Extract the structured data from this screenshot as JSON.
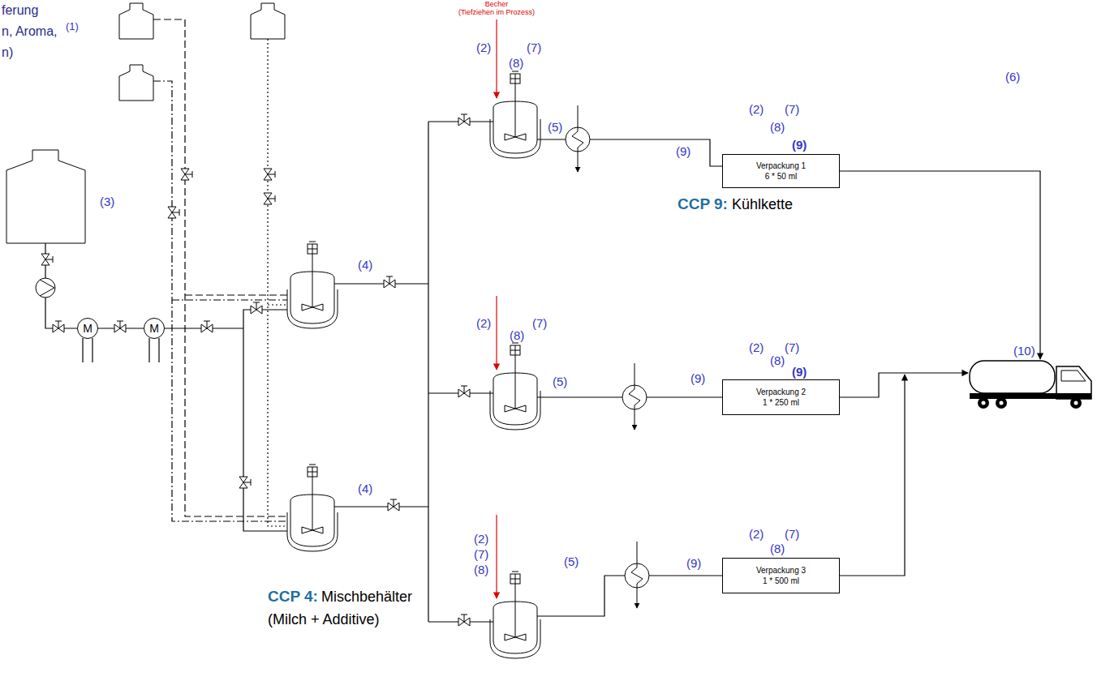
{
  "diagram": {
    "nodes": [
      {
        "text": [
          "M"
        ]
      },
      {
        "text": [
          "M"
        ]
      },
      {
        "text": [
          "Verpackung 1",
          "6 * 50 ml"
        ]
      },
      {
        "text": [
          "Verpackung 2",
          "1 * 250 ml"
        ]
      },
      {
        "text": [
          "Verpackung 3",
          "1 * 500 ml"
        ]
      }
    ],
    "edges": [
      {
        "from": 0,
        "to": 1,
        "arrow": "none"
      }
    ],
    "labels": [
      "ferung",
      "n, Aroma,",
      "(1)",
      "n)",
      "Becher",
      "(Tiefziehen im Prozess)",
      "(2)",
      "(7)",
      "(8)",
      "(6)",
      "(2)",
      "(7)",
      "(8)",
      "(3)",
      "(5)",
      "(9)",
      "(9)",
      "CCP 9:",
      "Kühlkette",
      "(4)",
      "(2)",
      "(7)",
      "(8)",
      "(2)",
      "(7)",
      "(8)",
      "(10)",
      "(5)",
      "(9)",
      "(9)",
      "(4)",
      "(2)",
      "(7)",
      "(8)",
      "(2)",
      "(7)",
      "(8)",
      "(5)",
      "(9)",
      "CCP 4:",
      "Mischbehälter (Milch + Additive)"
    ]
  }
}
